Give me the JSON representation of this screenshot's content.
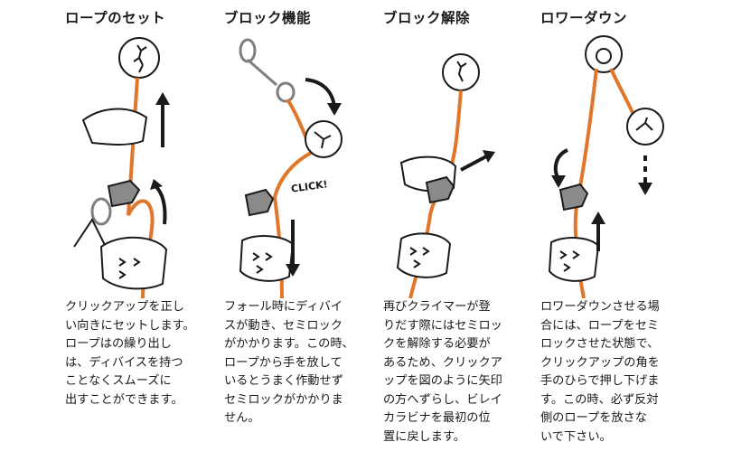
{
  "colors": {
    "rope": "#e0762a",
    "metal": "#7f7f7f",
    "ink": "#1a1a1a"
  },
  "panels": [
    {
      "title": "ロープのセット",
      "text": "クリックアップを正し\nい向きにセットします。\nロープはの繰り出し\nは、ディバイスを持つ\nことなくスムーズに\n出すことができます。"
    },
    {
      "title": "ブロック機能",
      "text": "フォール時にディバイ\nスが動き、セミロック\nがかかります。この時、\nロープから手を放して\nいるとうまく作動せず\nセミロックがかかりま\nせん。",
      "callout": "CLICK!"
    },
    {
      "title": "ブロック解除",
      "text": "再びクライマーが登\nりだす際にはセミロッ\nクを解除する必要が\nあるため、クリックア\nップを図のように矢印\nの方へずらし、ビレイ\nカラビナを最初の位\n置に戻します。"
    },
    {
      "title": "ロワーダウン",
      "text": "ロワーダウンさせる場\n合には、ロープをセミ\nロックさせた状態で、\nクリックアップの角を\n手のひらで押し下げま\nす。この時、必ず反対\n側のロープを放さな\nいで下さい。"
    }
  ],
  "icons": [
    "climber-icon",
    "hand-icon",
    "belay-device-icon",
    "carabiner-icon",
    "arrow-icon"
  ]
}
